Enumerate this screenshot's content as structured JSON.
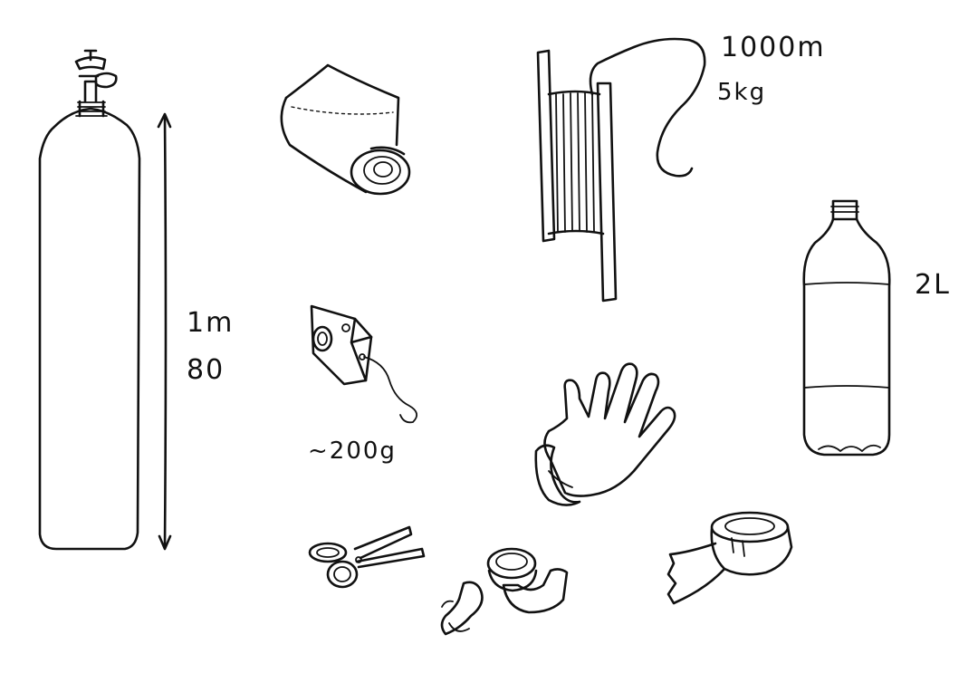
{
  "labels": {
    "cylinder_height_line1": "1m",
    "cylinder_height_line2": "80",
    "rope_length": "1000m",
    "rope_weight": "5kg",
    "bottle_volume": "2L",
    "tape_measure_weight": "~200g"
  },
  "items": [
    "gas-cylinder",
    "rolled-bag",
    "rope-spool",
    "plastic-bottle",
    "tape-measure",
    "gloves",
    "scissors",
    "rubber-bands",
    "duct-tape"
  ],
  "colors": {
    "ink": "#111111",
    "paper": "#ffffff"
  }
}
